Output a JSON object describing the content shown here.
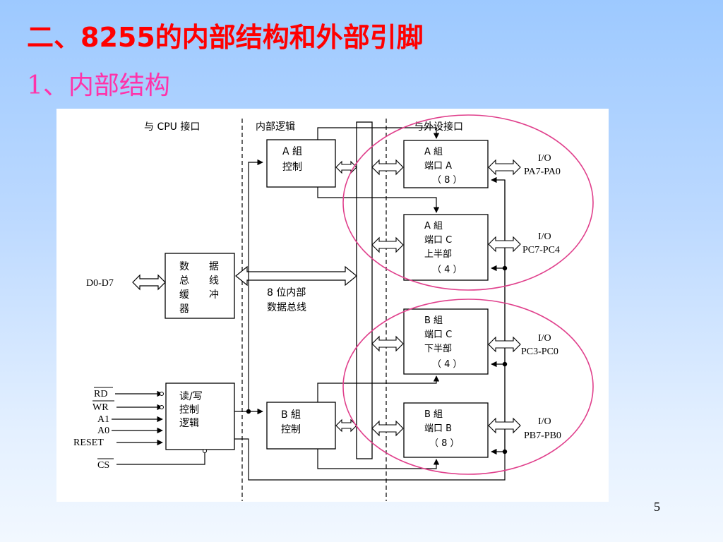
{
  "slide": {
    "title": "二、8255的内部结构和外部引脚",
    "subtitle": "1、内部结构",
    "page_number": "5"
  },
  "diagram": {
    "section_labels": {
      "cpu_interface": "与 CPU 接口",
      "internal_logic": "内部逻辑",
      "peripheral_interface": "与外设接口"
    },
    "data_bus_buffer": [
      "数",
      "据",
      "总",
      "线",
      "缓",
      "冲",
      "器"
    ],
    "data_bus_pin": "D0-D7",
    "rw_control": {
      "lines": [
        "读/写",
        "控制",
        "逻辑"
      ]
    },
    "control_pins": [
      "RD",
      "WR",
      "A1",
      "A0",
      "RESET",
      "CS"
    ],
    "internal_bus": {
      "lines": [
        "8 位内部",
        "数据总线"
      ]
    },
    "group_a_control": {
      "lines": [
        "A 組",
        "控制"
      ]
    },
    "group_b_control": {
      "lines": [
        "B 組",
        "控制"
      ]
    },
    "port_a": {
      "lines": [
        "A 組",
        "端口 A",
        "（ 8 ）"
      ],
      "io": [
        "I/O",
        "PA7-PA0"
      ]
    },
    "port_c_upper": {
      "lines": [
        "A 組",
        "端口 C",
        "上半部",
        "（ 4 ）"
      ],
      "io": [
        "I/O",
        "PC7-PC4"
      ]
    },
    "port_c_lower": {
      "lines": [
        "B 組",
        "端口 C",
        "下半部",
        "（ 4 ）"
      ],
      "io": [
        "I/O",
        "PC3-PC0"
      ]
    },
    "port_b": {
      "lines": [
        "B 組",
        "端口 B",
        "（ 8 ）"
      ],
      "io": [
        "I/O",
        "PB7-PB0"
      ]
    },
    "colors": {
      "title": "#ff0000",
      "subtitle": "#ff33aa",
      "circle": "#e0408c"
    }
  }
}
